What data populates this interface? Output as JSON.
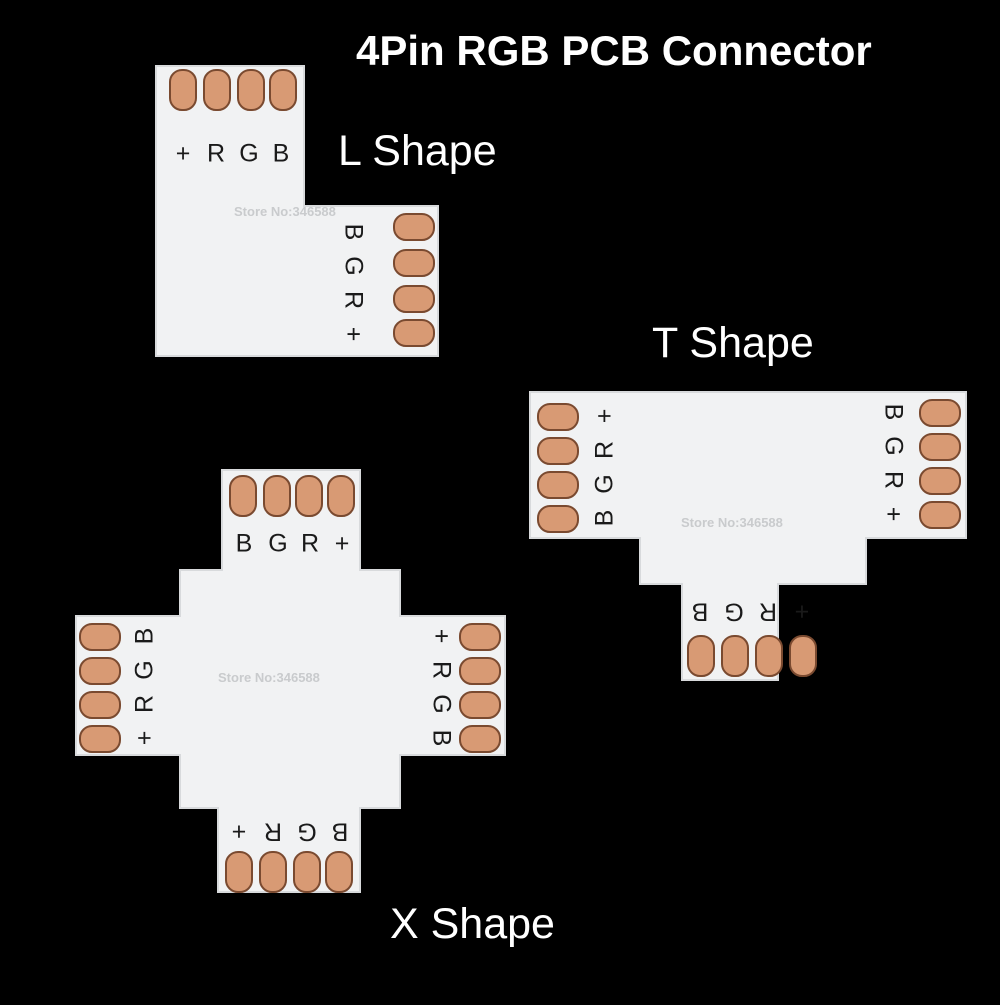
{
  "title": "4Pin RGB PCB Connector",
  "watermark": "Store No:346588",
  "colors": {
    "background": "#000000",
    "board": "#f1f2f3",
    "board_edge": "#d8dadc",
    "pad": "#d89a74",
    "pad_edge": "#7a4a30",
    "silkscreen": "#1a1a1a",
    "text": "#ffffff"
  },
  "connectors": [
    {
      "id": "l",
      "label": "L Shape",
      "pins_top": [
        "+",
        "R",
        "G",
        "B"
      ],
      "pins_right": [
        "B",
        "G",
        "R",
        "+"
      ]
    },
    {
      "id": "t",
      "label": "T Shape",
      "pins_left": [
        "+",
        "R",
        "G",
        "B"
      ],
      "pins_right": [
        "B",
        "G",
        "R",
        "+"
      ],
      "pins_bottom": [
        "B",
        "G",
        "R",
        "+"
      ]
    },
    {
      "id": "x",
      "label": "X Shape",
      "pins_top": [
        "B",
        "G",
        "R",
        "+"
      ],
      "pins_left": [
        "B",
        "G",
        "R",
        "+"
      ],
      "pins_right": [
        "+",
        "R",
        "G",
        "B"
      ],
      "pins_bottom": [
        "B",
        "G",
        "R",
        "+"
      ]
    }
  ]
}
